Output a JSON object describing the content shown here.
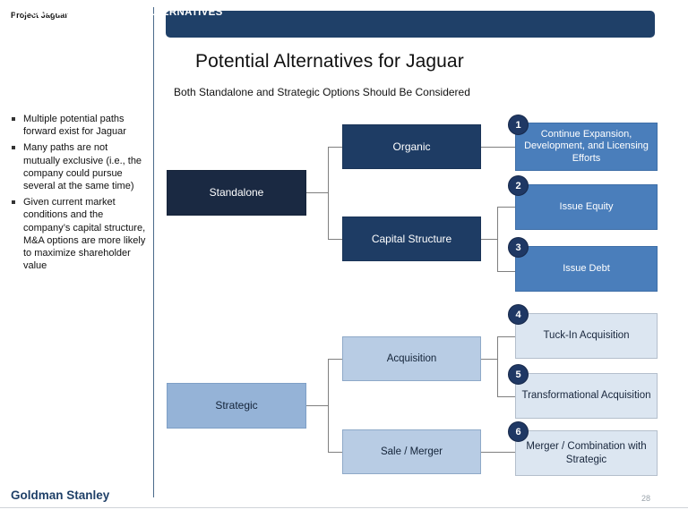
{
  "document": {
    "project_tag": "Project Jaguar",
    "banner_label": "POTENTIAL STRATEGIC ALTERNATIVES",
    "title": "Potential Alternatives for Jaguar",
    "subtitle": "Both Standalone and Strategic Options Should Be Considered"
  },
  "sidebar": {
    "bullets": [
      "Multiple potential paths forward exist for Jaguar",
      "Many paths are not mutually exclusive (i.e., the company could pursue several at the same time)",
      "Given current market conditions and the company’s capital structure, M&A options are more likely to maximize shareholder value"
    ]
  },
  "diagram": {
    "type": "tree",
    "roots": [
      {
        "id": "standalone",
        "label": "Standalone",
        "style": "dark-navy",
        "children": [
          {
            "id": "organic",
            "label": "Organic",
            "style": "navy",
            "leaves": [
              {
                "number": "1",
                "label": "Continue Expansion, Development, and Licensing Efforts",
                "style": "blue"
              }
            ]
          },
          {
            "id": "capital-structure",
            "label": "Capital Structure",
            "style": "navy",
            "leaves": [
              {
                "number": "2",
                "label": "Issue Equity",
                "style": "blue"
              },
              {
                "number": "3",
                "label": "Issue Debt",
                "style": "blue"
              }
            ]
          }
        ]
      },
      {
        "id": "strategic",
        "label": "Strategic",
        "style": "mid-light-blue",
        "children": [
          {
            "id": "acquisition",
            "label": "Acquisition",
            "style": "light-blue",
            "leaves": [
              {
                "number": "4",
                "label": "Tuck-In Acquisition",
                "style": "pale-blue"
              },
              {
                "number": "5",
                "label": "Transformational Acquisition",
                "style": "pale-blue"
              }
            ]
          },
          {
            "id": "sale-merger",
            "label": "Sale / Merger",
            "style": "light-blue",
            "leaves": [
              {
                "number": "6",
                "label": "Merger / Combination with Strategic",
                "style": "pale-blue"
              }
            ]
          }
        ]
      }
    ]
  },
  "footer": {
    "brand": "Goldman Stanley",
    "page_number": "28"
  },
  "colors": {
    "banner": "#1f4068",
    "dark_navy": "#1a2942",
    "navy": "#1e3c64",
    "blue": "#4a7ebb",
    "mid_light_blue": "#95b3d7",
    "light_blue": "#b8cce4",
    "pale_blue": "#dce6f1",
    "badge": "#1f3864",
    "brand_text": "#1f4068",
    "connector": "#7f7f7f"
  }
}
